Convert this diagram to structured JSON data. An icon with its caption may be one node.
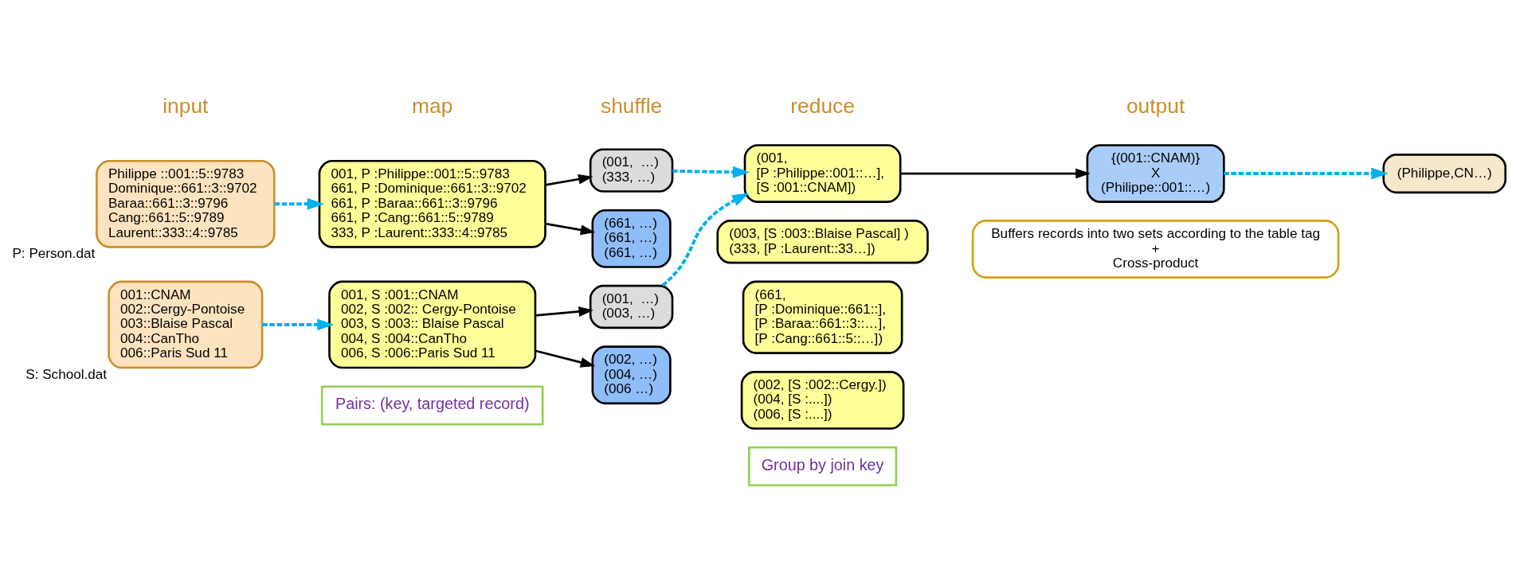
{
  "diagram": {
    "nodes": [
      {
        "text": [
          "Philippe ::001::5::9783",
          "Dominique::661::3::9702",
          "Baraa::661::3::9796",
          "Cang::661::5::9789",
          "Laurent::333::4::9785"
        ],
        "beside": [
          "P: Person.dat"
        ]
      },
      {
        "text": [
          "001::CNAM",
          "002::Cergy-Pontoise",
          "003::Blaise Pascal",
          "004::CanTho",
          "006::Paris Sud 11"
        ],
        "beside": [
          "S: School.dat"
        ]
      },
      {
        "text": [
          "001, P :Philippe::001::5::9783",
          "661, P :Dominique::661::3::9702",
          "661, P :Baraa::661::3::9796",
          "661, P :Cang::661::5::9789",
          "333, P :Laurent::333::4::9785"
        ]
      },
      {
        "text": [
          "001, S :001::CNAM",
          "002, S :002:: Cergy-Pontoise",
          "003, S :003:: Blaise Pascal",
          "004, S :004::CanTho",
          "006, S :006::Paris Sud 11"
        ]
      },
      {
        "text": [
          "(001,  …)",
          "(333, …)"
        ]
      },
      {
        "text": [
          "(661, …)",
          "(661, …)",
          "(661, …)"
        ]
      },
      {
        "text": [
          "(001,  …)",
          "(003, …)"
        ]
      },
      {
        "text": [
          "(002, …)",
          "(004, …)",
          "(006 …)"
        ]
      },
      {
        "text": [
          "(001,",
          "[P :Philippe::001::…],",
          "[S :001::CNAM])"
        ]
      },
      {
        "text": [
          "(003, [S :003::Blaise Pascal] )",
          "(333, [P :Laurent::33…])"
        ]
      },
      {
        "text": [
          "(661,",
          "[P :Dominique::661::],",
          "[P :Baraa::661::3::…],",
          "[P :Cang::661::5::…])"
        ]
      },
      {
        "text": [
          "(002, [S :002::Cergy.])",
          "(004, [S :....])",
          "(006, [S :....])"
        ]
      },
      {
        "text": [
          "{(001::CNAM)}",
          "X",
          "(Philippe::001::…)"
        ]
      },
      {
        "text": [
          "(Philippe,CN…)"
        ]
      },
      {
        "text": [
          "Pairs: (key, targeted record)"
        ]
      },
      {
        "text": [
          "Group by join key"
        ]
      },
      {
        "text": [
          "Buffers records into two sets according to the table tag",
          "+",
          "Cross-product"
        ]
      }
    ],
    "edges": [
      {
        "from": 0,
        "to": 2,
        "arrow": "to",
        "style": "dashed",
        "color": "#00b0f0"
      },
      {
        "from": 1,
        "to": 3,
        "arrow": "to",
        "style": "dashed",
        "color": "#00b0f0"
      },
      {
        "from": 2,
        "to": 4,
        "arrow": "to",
        "color": "#000000"
      },
      {
        "from": 2,
        "to": 5,
        "arrow": "to",
        "color": "#000000"
      },
      {
        "from": 3,
        "to": 6,
        "arrow": "to",
        "color": "#000000"
      },
      {
        "from": 3,
        "to": 7,
        "arrow": "to",
        "color": "#000000"
      },
      {
        "from": 4,
        "to": 8,
        "arrow": "to",
        "style": "dashed",
        "color": "#00b0f0"
      },
      {
        "from": 6,
        "to": 8,
        "arrow": "to",
        "style": "dashed",
        "color": "#00b0f0"
      },
      {
        "from": 8,
        "to": 12,
        "arrow": "to",
        "color": "#000000"
      },
      {
        "from": 12,
        "to": 13,
        "arrow": "to",
        "style": "dashed",
        "color": "#00b0f0"
      }
    ],
    "labels": [
      "input",
      "map",
      "shuffle",
      "reduce",
      "output"
    ]
  }
}
